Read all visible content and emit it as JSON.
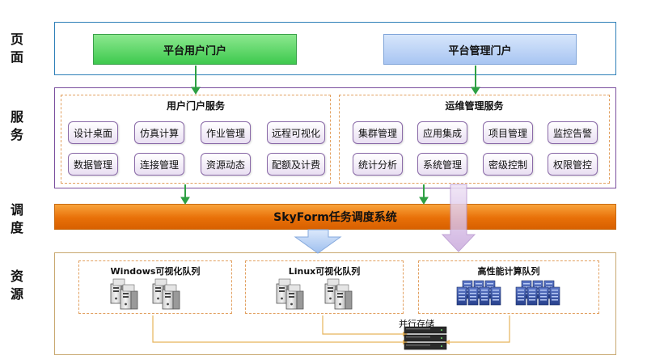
{
  "layers": [
    {
      "id": "page",
      "label": "页面"
    },
    {
      "id": "service",
      "label": "服务"
    },
    {
      "id": "schedule",
      "label": "调度"
    },
    {
      "id": "resource",
      "label": "资源"
    }
  ],
  "portals": {
    "user": "平台用户门户",
    "admin": "平台管理门户"
  },
  "services": {
    "user_portal": {
      "title": "用户门户服务",
      "items": [
        "设计桌面",
        "仿真计算",
        "作业管理",
        "远程可视化",
        "数据管理",
        "连接管理",
        "资源动态",
        "配额及计费"
      ]
    },
    "ops": {
      "title": "运维管理服务",
      "items": [
        "集群管理",
        "应用集成",
        "项目管理",
        "监控告警",
        "统计分析",
        "系统管理",
        "密级控制",
        "权限管控"
      ]
    }
  },
  "scheduler": "SkyForm任务调度系统",
  "resources": {
    "windows": "Windows可视化队列",
    "linux": "Linux可视化队列",
    "hpc": "高性能计算队列",
    "storage": "并行存储"
  },
  "colors": {
    "page_border": "#2e7fb8",
    "service_border": "#7a4f9e",
    "resource_border": "#c8a870",
    "user_portal_fill": "#5fd36b",
    "admin_portal_fill": "#a8c8f5",
    "arrow_green": "#2ea043",
    "scheduler_orange": "#ef7d0f"
  }
}
